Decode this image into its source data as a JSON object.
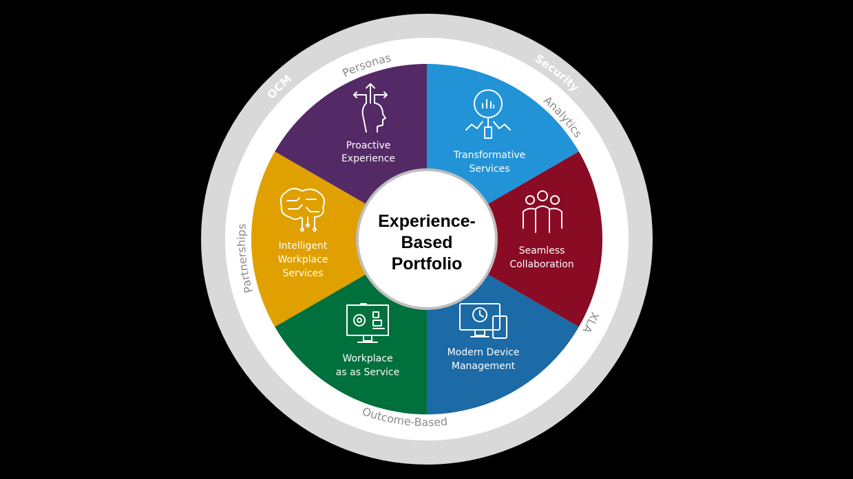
{
  "center": {
    "lines": [
      "Experience-",
      "Based",
      "Portfolio"
    ]
  },
  "segments": [
    {
      "id": "proactive",
      "lines": [
        "Proactive",
        "Experience"
      ],
      "color": "#532966",
      "icon": "head-arrows-icon"
    },
    {
      "id": "transformative",
      "lines": [
        "Transformative",
        "Services"
      ],
      "color": "#2393d8",
      "icon": "magnifier-chart-icon"
    },
    {
      "id": "seamless",
      "lines": [
        "Seamless",
        "Collaboration"
      ],
      "color": "#8a0b24",
      "icon": "people-group-icon"
    },
    {
      "id": "modern-device",
      "lines": [
        "Modern Device",
        "Management"
      ],
      "color": "#1c6aa6",
      "icon": "devices-clock-icon"
    },
    {
      "id": "workplace",
      "lines": [
        "Workplace",
        "as as Service"
      ],
      "color": "#00703c",
      "icon": "monitor-gear-icon"
    },
    {
      "id": "intelligent",
      "lines": [
        "Intelligent",
        "Workplace",
        "Services"
      ],
      "color": "#dfa000",
      "icon": "brain-circuit-icon"
    }
  ],
  "inner_ring_labels": [
    "Personas",
    "Analytics",
    "XLA",
    "Outcome-Based",
    "Partnerships"
  ],
  "outer_ring_labels": [
    "OCM",
    "Security"
  ],
  "colors": {
    "outer_ring": "#d9d9d9",
    "inner_ring": "#ffffff",
    "ring_text": "#8a8a8a",
    "center_border": "#bfbfbf"
  }
}
